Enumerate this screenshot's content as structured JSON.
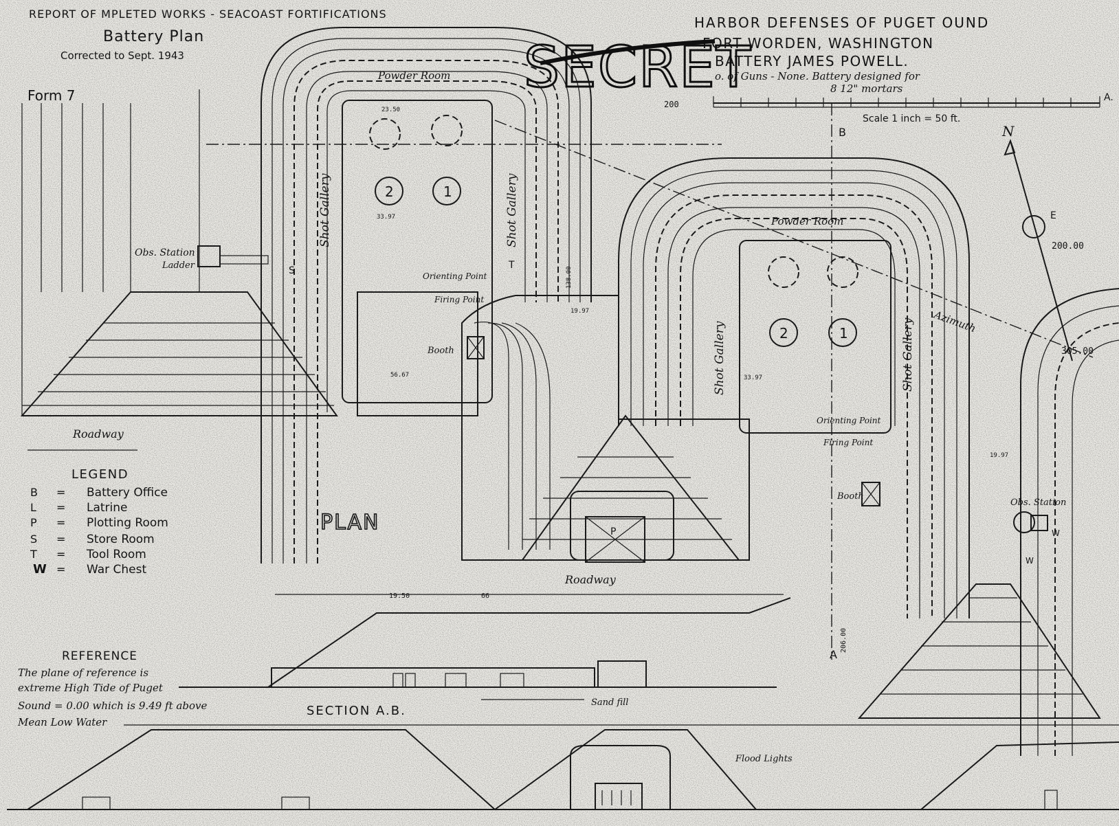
{
  "header": {
    "report_title": "REPORT OF  MPLETED WORKS - SEACOAST FORTIFICATIONS",
    "battery_plan": "Battery Plan",
    "corrected": "Corrected to Sept. 1943",
    "form": "Form 7",
    "harbor": "HARBOR DEFENSES OF PUGET OUND",
    "fort": "FORT WORDEN, WASHINGTON",
    "battery": "BATTERY JAMES POWELL.",
    "guns": "o. of Guns - None. Battery designed for",
    "mortars": "8 12\" mortars",
    "secret_stamp": "SECRET",
    "scale": "Scale 1 inch = 50 ft.",
    "scale_start": "200",
    "scale_end": "A."
  },
  "legend": {
    "title": "LEGEND",
    "items": [
      {
        "key": "B",
        "label": "Battery Office"
      },
      {
        "key": "L",
        "label": "Latrine"
      },
      {
        "key": "P",
        "label": "Plotting Room"
      },
      {
        "key": "S",
        "label": "Store Room"
      },
      {
        "key": "T",
        "label": "Tool Room"
      },
      {
        "key": "W",
        "label": "War Chest"
      }
    ]
  },
  "plan_label": "PLAN",
  "reference": {
    "title": "REFERENCE",
    "lines": [
      "The plane of reference is",
      "extreme High Tide of Puget",
      "Sound = 0.00 which is 9.49 ft above",
      "Mean Low Water"
    ]
  },
  "section_label": "SECTION A.B.",
  "labels": {
    "powder_room": "Powder Room",
    "shot_gallery": "Shot Gallery",
    "obs_station": "Obs. Station",
    "ladder": "Ladder",
    "obs_station_right": "Obs. Station",
    "roadway": "Roadway",
    "orienting_point": "Orienting Point",
    "firing_point": "Firing Point",
    "booth": "Booth",
    "azimuth": "Azimuth",
    "sand_fill": "Sand fill",
    "flood_lights": "Flood Lights",
    "compass_n": "N",
    "compass_e": "E",
    "bearing_1": "200.00",
    "bearing_2": "305.00",
    "pit_1": "1",
    "pit_2": "2",
    "plotting_p": "P",
    "section_a": "A",
    "section_b": "B",
    "store_s": "S",
    "tool_t": "T",
    "war_w": "W"
  },
  "dimensions": {
    "d_23_50": "23.50",
    "d_33_97": "33.97",
    "d_19_97": "19.97",
    "d_56_67": "56.67",
    "d_66": "66",
    "d_19_50": "19.50",
    "d_206_00": "206.00",
    "d_138_00": "138.00"
  },
  "colors": {
    "paper": "#ecebe6",
    "ink": "#161616"
  }
}
